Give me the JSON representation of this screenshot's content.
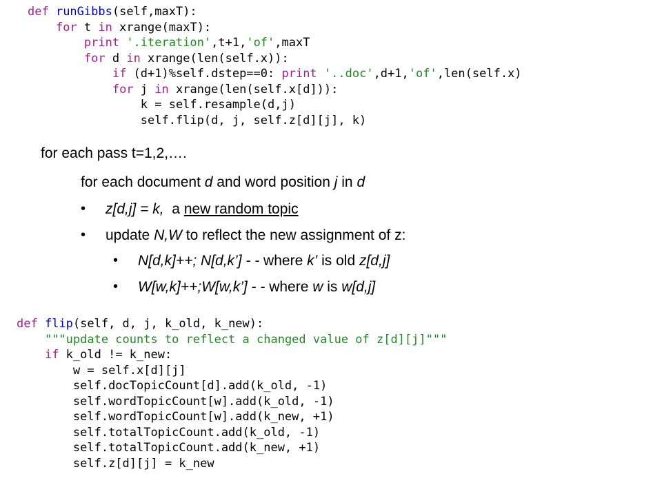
{
  "top_code": {
    "line1": {
      "def": "def ",
      "name": "runGibbs",
      "args": "(self,maxT):"
    },
    "line2": {
      "indent": "    ",
      "for": "for ",
      "t": "t ",
      "in": "in ",
      "rest": "xrange(maxT):"
    },
    "line3": {
      "indent": "        ",
      "print": "print ",
      "str1": "'.iteration'",
      "mid": ",t+1,",
      "str2": "'of'",
      "end": ",maxT"
    },
    "line4": {
      "indent": "        ",
      "for": "for ",
      "d": "d ",
      "in": "in ",
      "rest": "xrange(len(self.x)):"
    },
    "line5": {
      "indent": "            ",
      "if": "if ",
      "cond": "(d+1)%self.dstep==0: ",
      "print": "print ",
      "str1": "'..doc'",
      "mid": ",d+1,",
      "str2": "'of'",
      "end": ",len(self.x)"
    },
    "line6": {
      "indent": "            ",
      "for": "for ",
      "j": "j ",
      "in": "in ",
      "rest": "xrange(len(self.x[d])):"
    },
    "line7": {
      "indent": "                ",
      "text": "k = self.resample(d,j)"
    },
    "line8": {
      "indent": "                ",
      "text": "self.flip(d, j, self.z[d][j], k)"
    }
  },
  "pseudocode": {
    "pass_line": "for each pass t=1,2,….",
    "doc_line_prefix": "for each document ",
    "doc_line_d": "d",
    "doc_line_mid": " and word position ",
    "doc_line_j": "j",
    "doc_line_in": " in ",
    "doc_line_d2": "d",
    "bullet_char": "•",
    "bullet1_italic": "z[d,j] = k,",
    "bullet1_mid": "  a ",
    "bullet1_underlined": "new random topic",
    "bullet2_prefix": "update ",
    "bullet2_italic": "N,W",
    "bullet2_suffix": " to reflect the new assignment of z:",
    "sub1_italic": "N[d,k]++; N[d,k’] - -",
    "sub1_mid": " where ",
    "sub1_k": "k’",
    "sub1_mid2": " is old ",
    "sub1_end": "z[d,j]",
    "sub2_italic": "W[w,k]++;W[w,k’] - -",
    "sub2_mid": " where ",
    "sub2_w": "w",
    "sub2_mid2": " is ",
    "sub2_end": "w[d,j]"
  },
  "bottom_code": {
    "line1": {
      "def": "def ",
      "name": "flip",
      "args": "(self, d, j, k_old, k_new):"
    },
    "line2": {
      "indent": "    ",
      "doc": "\"\"\"update counts to reflect a changed value of z[d][j]\"\"\""
    },
    "line3": {
      "indent": "    ",
      "if": "if ",
      "rest": "k_old != k_new:"
    },
    "line4": {
      "indent": "        ",
      "text": "w = self.x[d][j]"
    },
    "line5": {
      "indent": "        ",
      "text": "self.docTopicCount[d].add(k_old, -1)"
    },
    "line6": {
      "indent": "        ",
      "text": "self.wordTopicCount[w].add(k_old, -1)"
    },
    "line7": {
      "indent": "        ",
      "text": "self.wordTopicCount[w].add(k_new, +1)"
    },
    "line8": {
      "indent": "        ",
      "text": "self.totalTopicCount.add(k_old, -1)"
    },
    "line9": {
      "indent": "        ",
      "text": "self.totalTopicCount.add(k_new, +1)"
    },
    "line10": {
      "indent": "        ",
      "text": "self.z[d][j] = k_new"
    }
  }
}
